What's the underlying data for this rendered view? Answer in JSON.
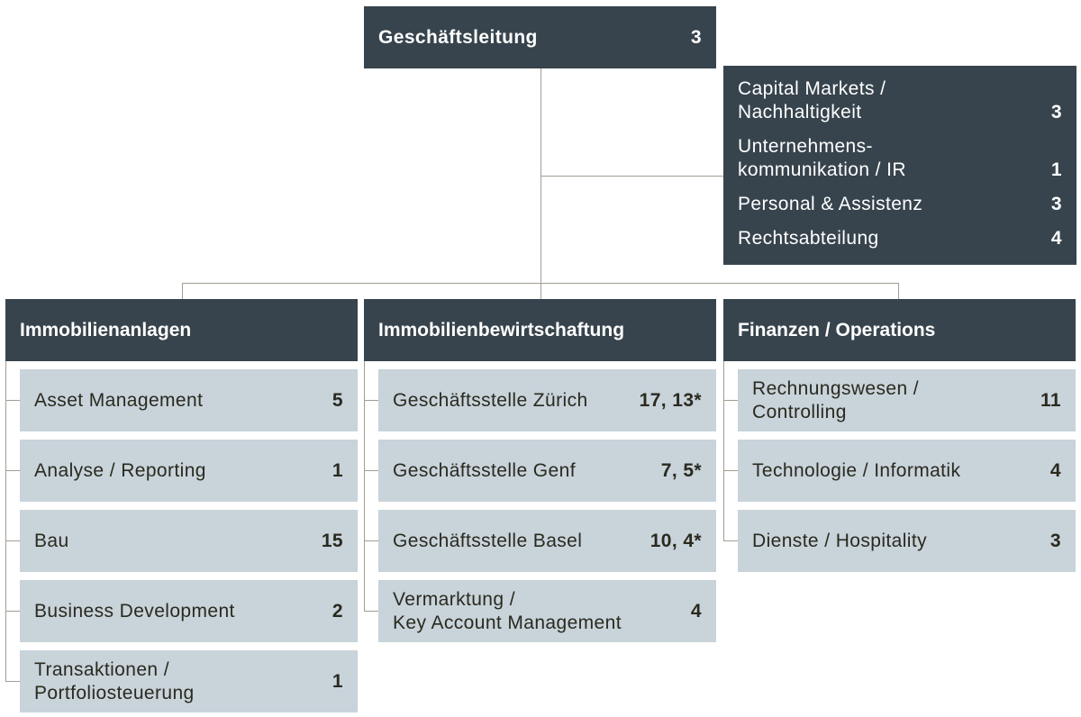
{
  "top": {
    "label": "Geschäftsleitung",
    "count": "3"
  },
  "staff": [
    {
      "label": "Capital Markets /\nNachhaltigkeit",
      "count": "3"
    },
    {
      "label": "Unternehmens-\nkommunikation / IR",
      "count": "1"
    },
    {
      "label": "Personal & Assistenz",
      "count": "3"
    },
    {
      "label": "Rechtsabteilung",
      "count": "4"
    }
  ],
  "columns": [
    {
      "title": "Immobilienanlagen",
      "items": [
        {
          "label": "Asset Management",
          "count": "5"
        },
        {
          "label": "Analyse / Reporting",
          "count": "1"
        },
        {
          "label": "Bau",
          "count": "15"
        },
        {
          "label": "Business Development",
          "count": "2"
        },
        {
          "label": "Transaktionen /\nPortfoliosteuerung",
          "count": "1"
        }
      ]
    },
    {
      "title": "Immobilienbewirtschaftung",
      "items": [
        {
          "label": "Geschäftsstelle Zürich",
          "count": "17, 13*"
        },
        {
          "label": "Geschäftsstelle Genf",
          "count": "7, 5*"
        },
        {
          "label": "Geschäftsstelle Basel",
          "count": "10, 4*"
        },
        {
          "label": "Vermarktung /\nKey Account Management",
          "count": "4"
        }
      ]
    },
    {
      "title": "Finanzen / Operations",
      "items": [
        {
          "label": "Rechnungswesen /\nControlling",
          "count": "11"
        },
        {
          "label": "Technologie / Informatik",
          "count": "4"
        },
        {
          "label": "Dienste / Hospitality",
          "count": "3"
        }
      ]
    }
  ]
}
